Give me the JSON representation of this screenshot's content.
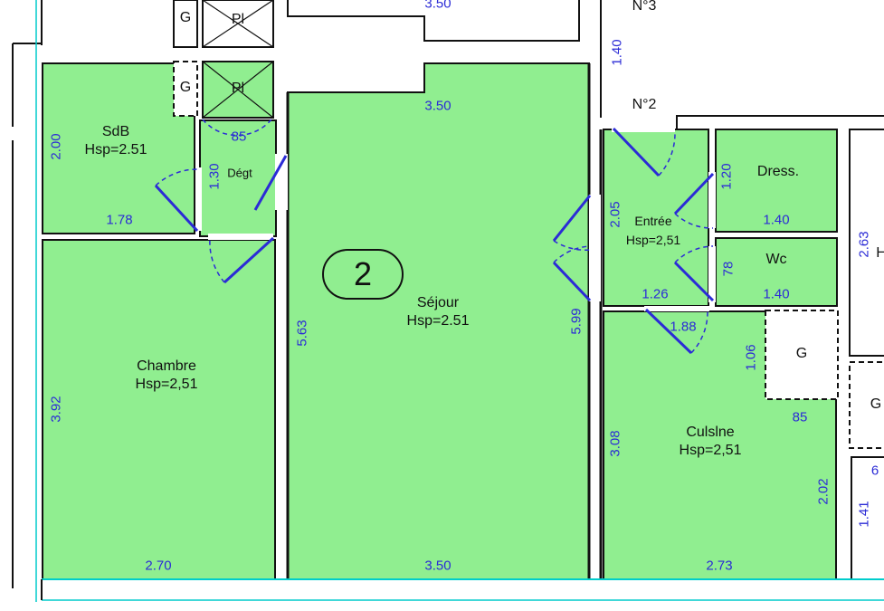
{
  "colors": {
    "room_fill": "#90ee90",
    "wall": "#111111",
    "dimension_text": "#2b2bd6",
    "door_arc": "#2b2bd6",
    "facade": "#00cccc"
  },
  "apartment_number": "2",
  "landing_labels": {
    "n3": "N°3",
    "n2": "N°2"
  },
  "rooms": {
    "sdb": {
      "name": "SdB",
      "height": "Hsp=2.51"
    },
    "degt": {
      "name": "Dégt"
    },
    "sejour": {
      "name": "Séjour",
      "height": "Hsp=2.51"
    },
    "chambre": {
      "name": "Chambre",
      "height": "Hsp=2,51"
    },
    "entree": {
      "name": "Entrée",
      "height": "Hsp=2,51"
    },
    "dress": {
      "name": "Dress."
    },
    "wc": {
      "name": "Wc"
    },
    "cuisine": {
      "name": "Culslne",
      "height": "Hsp=2,51"
    }
  },
  "closets": {
    "g_top": "G",
    "pl_top": "Pl",
    "g_mid": "G",
    "pl_mid": "Pl",
    "g_kitchen": "G",
    "g_right": "G",
    "h_right": "H"
  },
  "dimensions": {
    "sejour_top_cut": "3.50",
    "landing_1_40": "1.40",
    "sdb_2_00": "2.00",
    "degt_85": "85",
    "degt_1_30": "1.30",
    "sdb_1_78": "1.78",
    "sejour_3_50_top": "3.50",
    "sejour_5_63": "5.63",
    "sejour_5_99": "5.99",
    "sejour_3_50_bottom": "3.50",
    "chambre_3_92": "3.92",
    "chambre_2_70": "2.70",
    "entree_2_05": "2.05",
    "entree_1_26": "1.26",
    "entree_1_88": "1.88",
    "dress_1_20": "1.20",
    "dress_1_40": "1.40",
    "wc_78": "78",
    "wc_1_40": "1.40",
    "right_2_63": "2.63",
    "kitchen_1_06": "1.06",
    "kitchen_85": "85",
    "kitchen_3_08": "3.08",
    "kitchen_2_02": "2.02",
    "kitchen_2_73": "2.73",
    "right_1_41": "1.41",
    "right_cut_6": "6"
  }
}
